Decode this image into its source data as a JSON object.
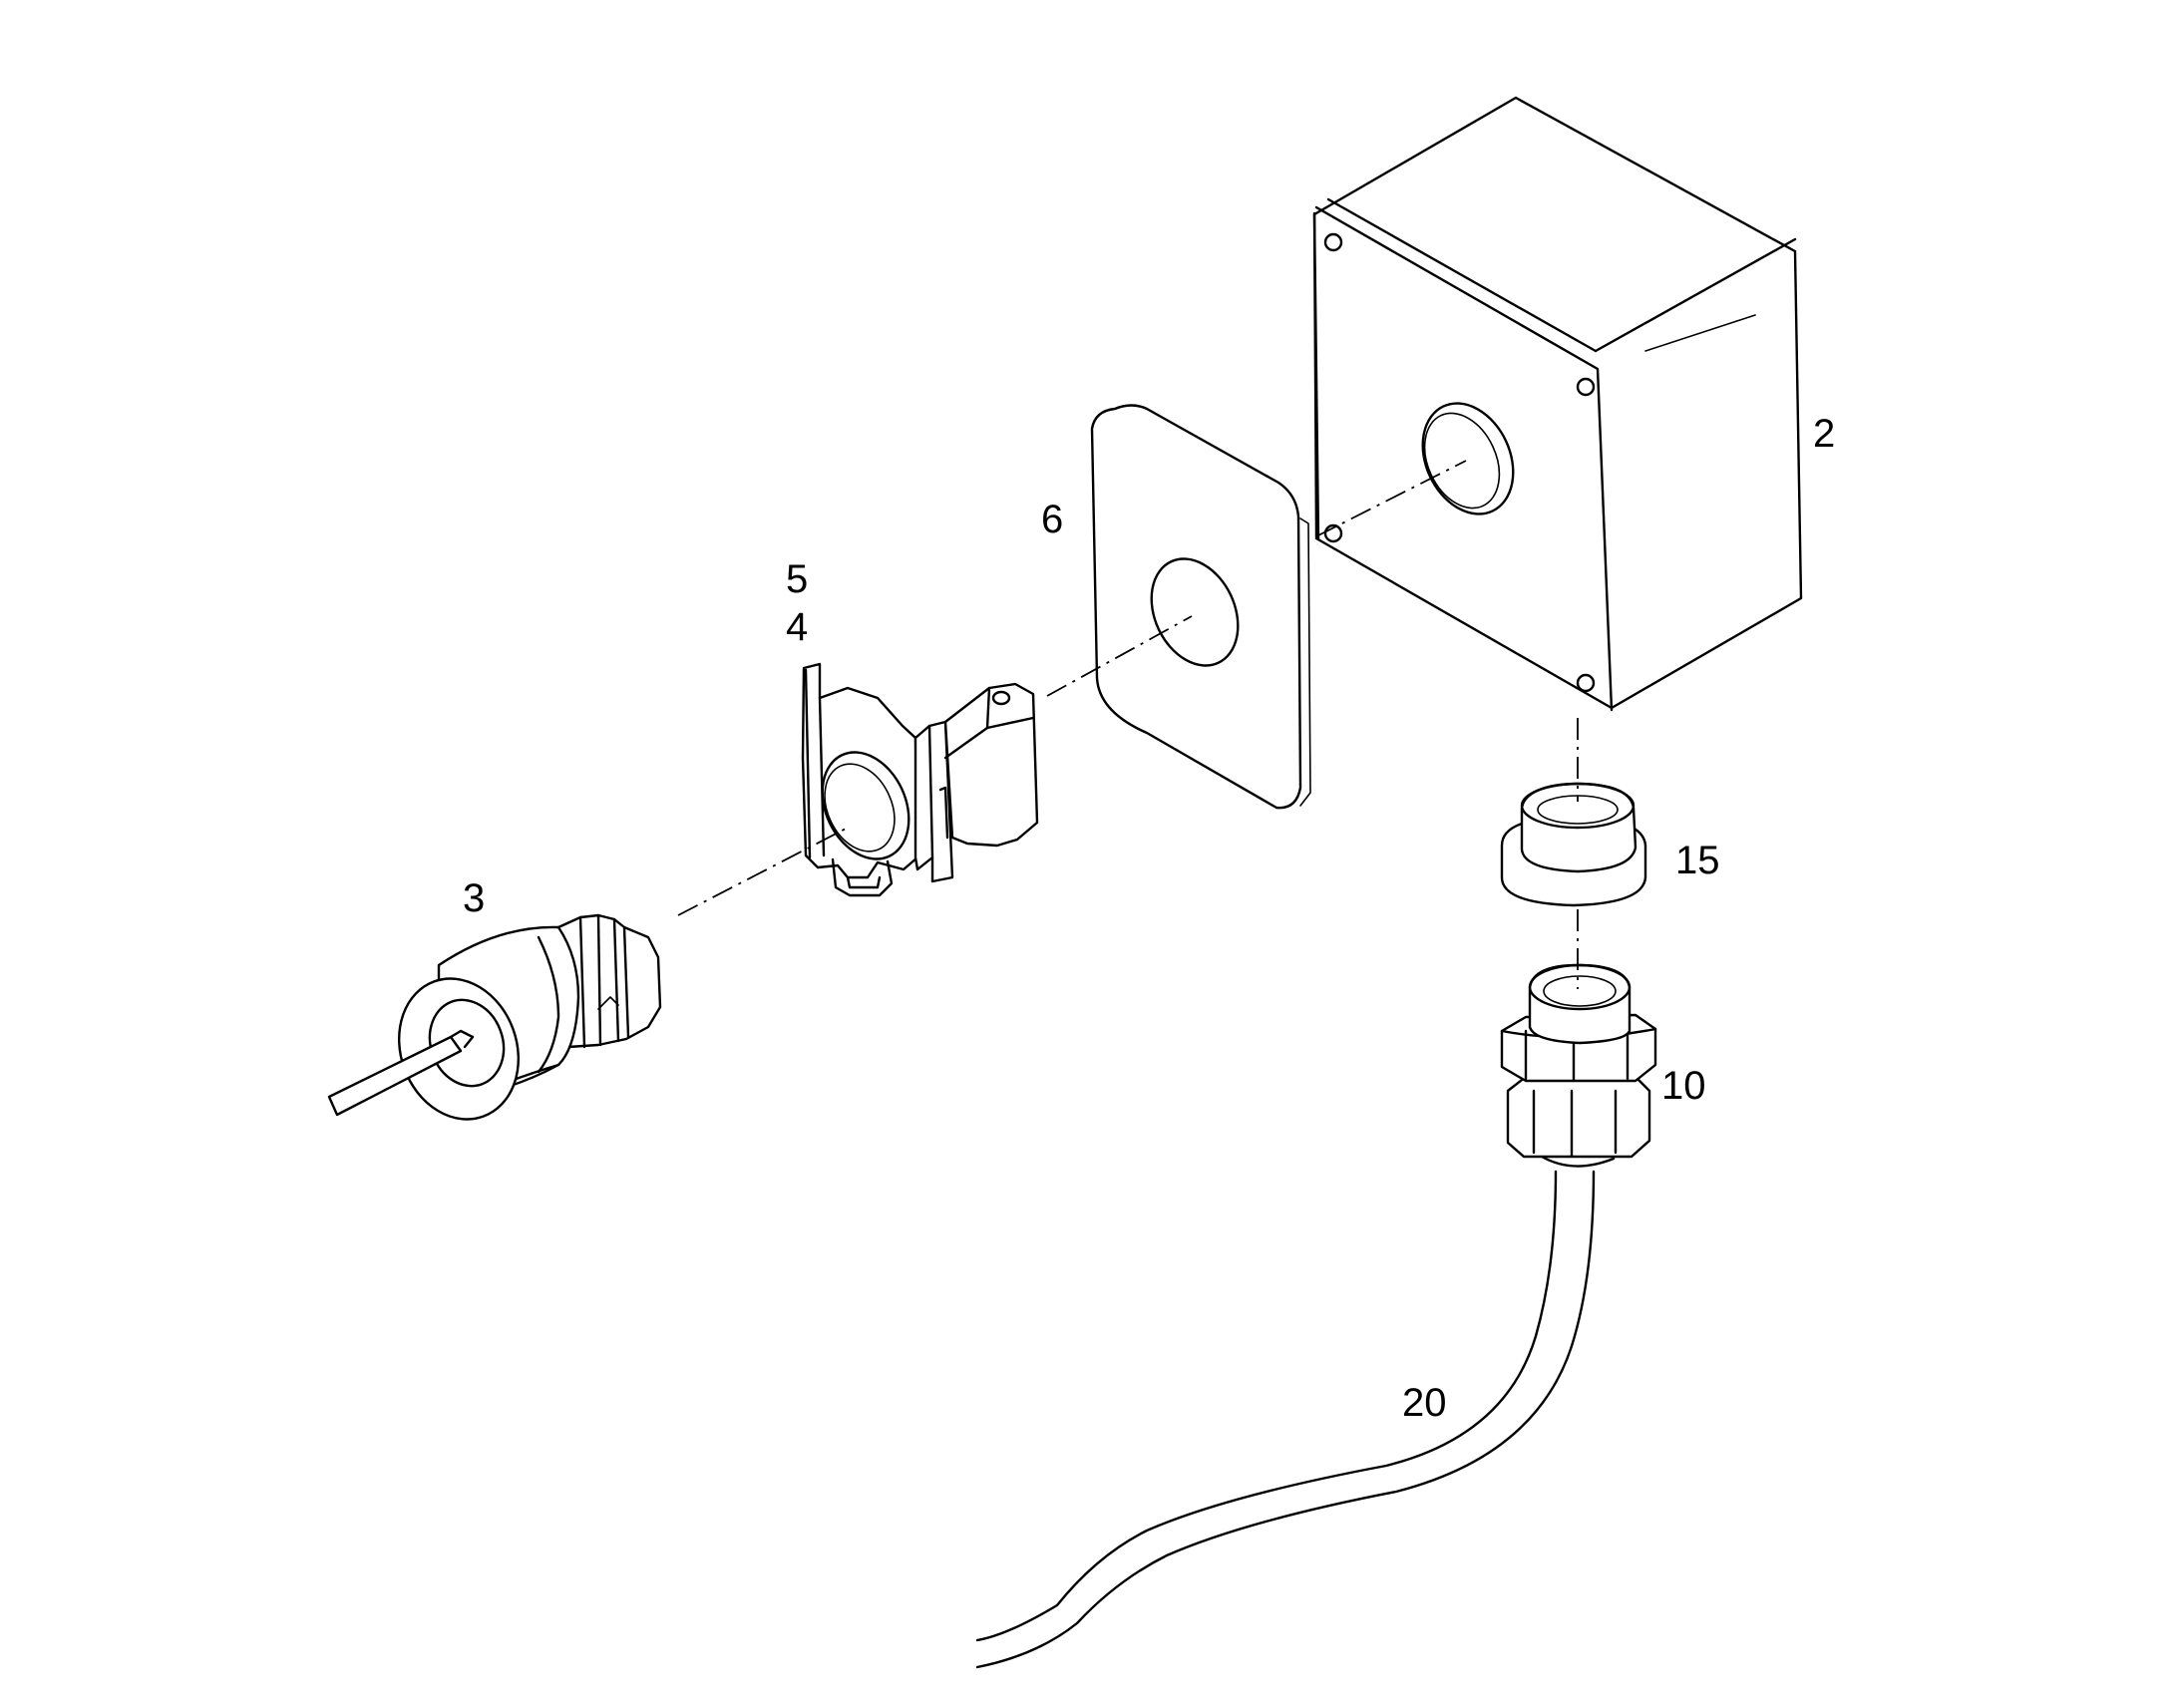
{
  "callouts": {
    "c2": "2",
    "c3": "3",
    "c4": "4",
    "c5": "5",
    "c6": "6",
    "c10": "10",
    "c15": "15",
    "c20": "20"
  }
}
